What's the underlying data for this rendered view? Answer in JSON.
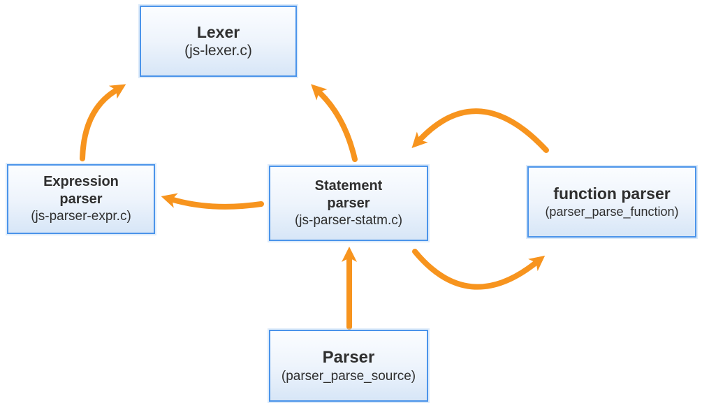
{
  "diagram": {
    "colors": {
      "background": "#ffffff",
      "node_border": "#4b94ea",
      "node_fill_top": "#fbfdff",
      "node_fill_bottom": "#d7e6f7",
      "arrow": "#f7941e",
      "text": "#2f2f2f"
    },
    "nodes": [
      {
        "id": "lexer",
        "title": "Lexer",
        "subtitle": "(js-lexer.c)"
      },
      {
        "id": "expression-parser",
        "title": "Expression parser",
        "subtitle": "(js-parser-expr.c)"
      },
      {
        "id": "statement-parser",
        "title": "Statement parser",
        "subtitle": "(js-parser-statm.c)"
      },
      {
        "id": "function-parser",
        "title": "function parser",
        "subtitle": "(parser_parse_function)"
      },
      {
        "id": "parser",
        "title": "Parser",
        "subtitle": "(parser_parse_source)"
      }
    ],
    "edges": [
      {
        "from": "expression-parser",
        "to": "lexer"
      },
      {
        "from": "statement-parser",
        "to": "lexer"
      },
      {
        "from": "statement-parser",
        "to": "expression-parser"
      },
      {
        "from": "function-parser",
        "to": "statement-parser"
      },
      {
        "from": "statement-parser",
        "to": "function-parser"
      },
      {
        "from": "parser",
        "to": "statement-parser"
      }
    ]
  }
}
